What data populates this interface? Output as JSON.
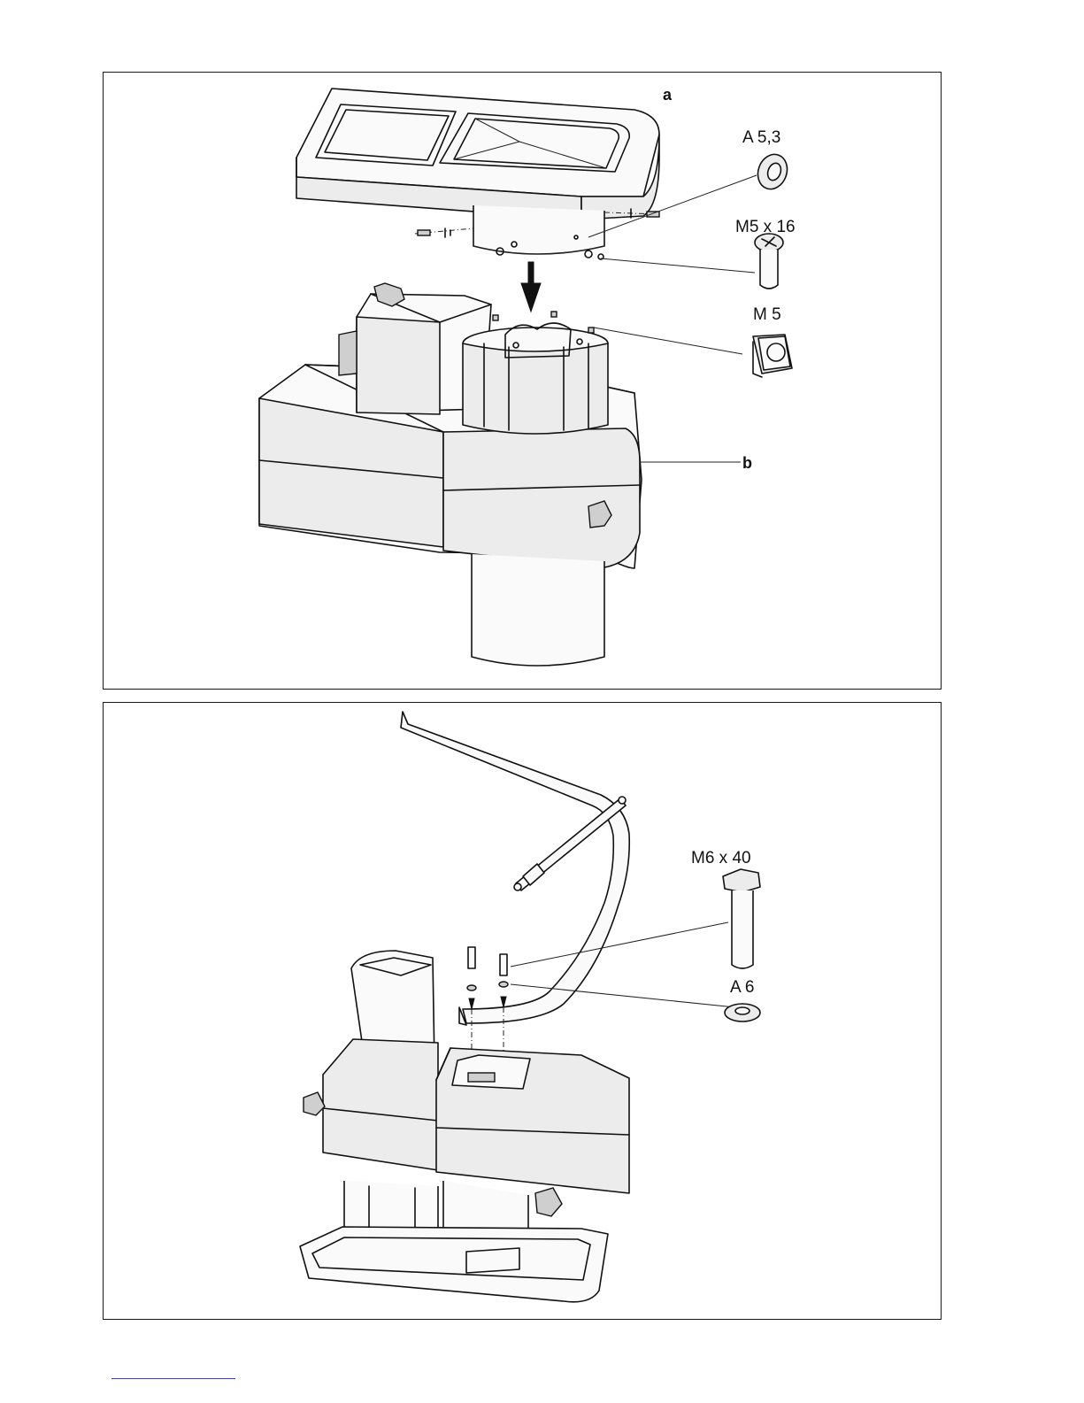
{
  "top_panel": {
    "labels": {
      "part_a": "a",
      "part_b": "b",
      "washer": "A 5,3",
      "screw": "M5 x 16",
      "nut": "M 5"
    }
  },
  "bottom_panel": {
    "labels": {
      "bolt": "M6 x 40",
      "washer": "A 6"
    }
  }
}
